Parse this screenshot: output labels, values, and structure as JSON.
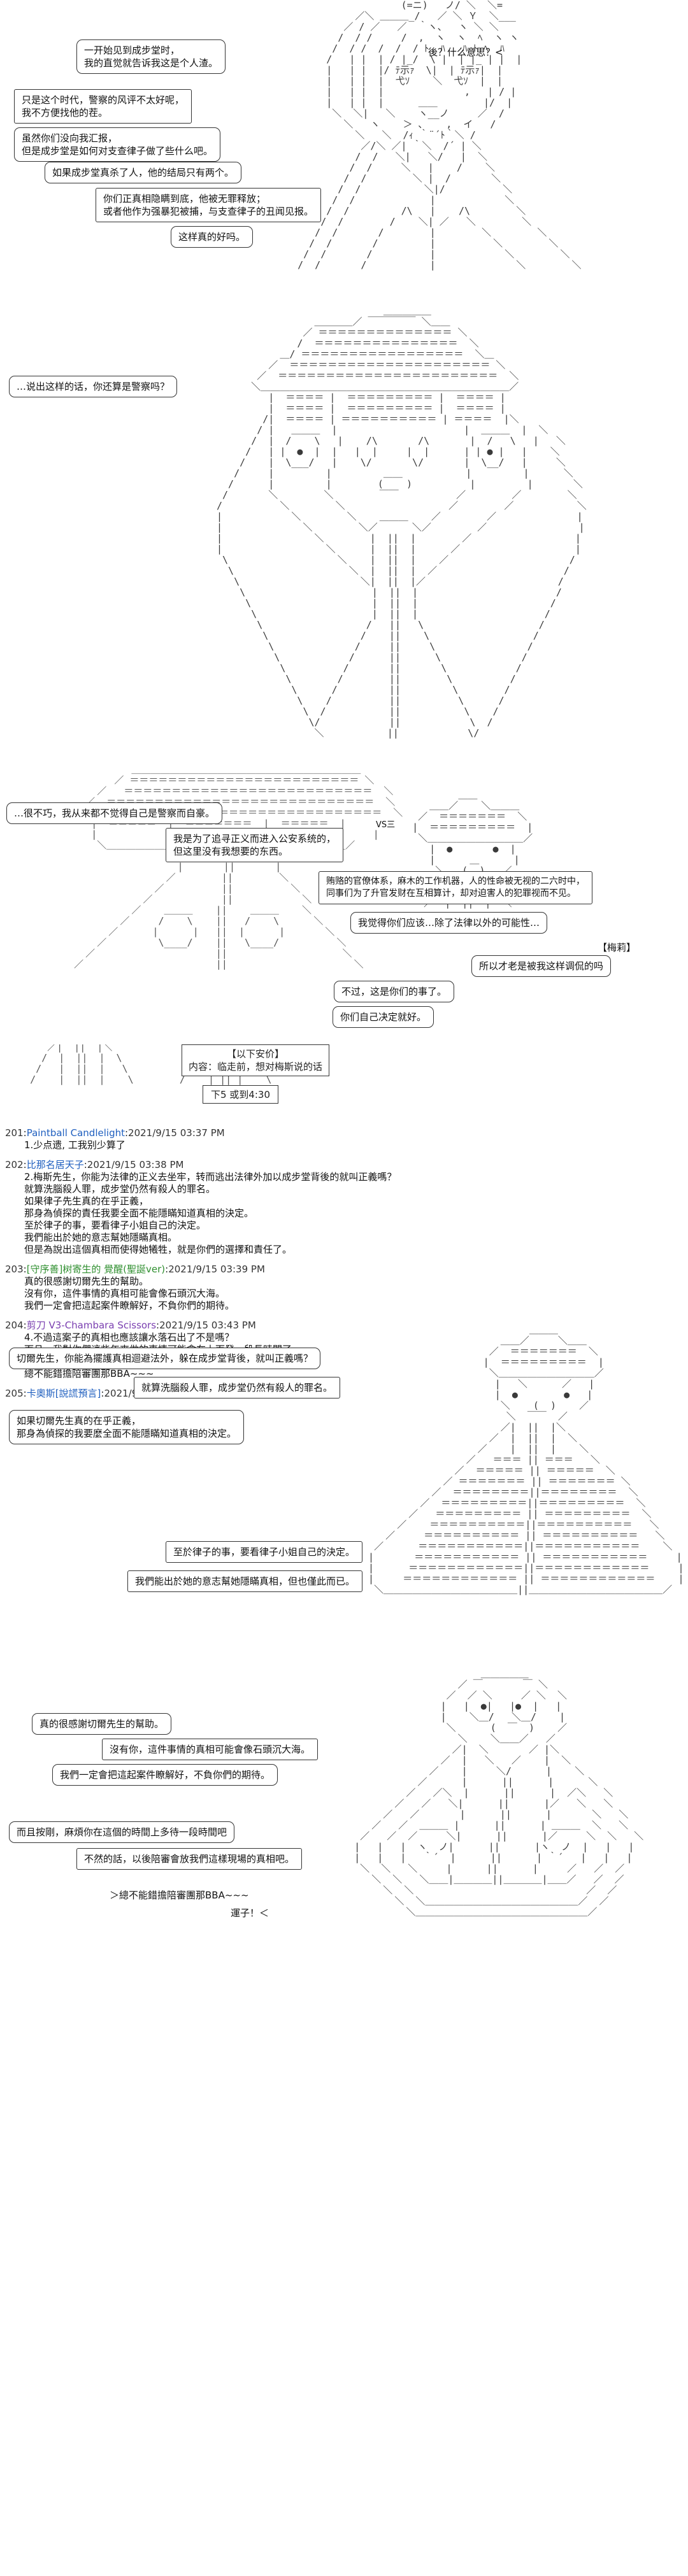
{
  "panel1": {
    "top_right_line": "後？什么意思？<",
    "bubbles": [
      [
        "一开始见到成步堂时，",
        "我的直觉就告诉我这是个人渣。"
      ],
      [
        "只是这个时代，警察的风评不太好呢，",
        "我不方便找他的茬。"
      ],
      [
        "虽然你们没向我汇报，",
        "但是成步堂是如何对支查律子做了些什么吧。"
      ],
      [
        "如果成步堂真杀了人，他的结局只有两个。"
      ],
      [
        "你们正真相隐瞒到底，他被无罪释放；",
        "或者他作为强暴犯被捕，与支查律子的丑闻见报。"
      ],
      [
        "这样真的好吗。"
      ]
    ]
  },
  "panel2": {
    "bubble": "…说出这样的话，你还算是警察吗？"
  },
  "panel3": {
    "bubbles": [
      [
        "…很不巧，我从来都不觉得自己是警察而自豪。"
      ],
      [
        "我是为了追寻正义而进入公安系统的，",
        "但这里没有我想要的东西。"
      ],
      [
        "贿赂的官僚体系，麻木的工作机器，人的性命被无视的二六时中，",
        "同事们为了升官发财在互相算计，却对迫害人的犯罪视而不见。"
      ],
      [
        "我觉得你们应该…除了法律以外的可能性…"
      ],
      [
        "所以才老是被我这样调侃的吗"
      ],
      [
        "不过，这是你们的事了。"
      ],
      [
        "你们自己决定就好。"
      ]
    ],
    "side_tag": "【梅莉】",
    "small_label": "VS三"
  },
  "panel4": {
    "info_title": "【以下安价】",
    "info_line": "内容：临走前，想对梅斯说的话",
    "info_time": "下5   或到4:30"
  },
  "comments": [
    {
      "num": "201",
      "name": "Paintball Candlelight",
      "color_class": "",
      "date": "2021/9/15 03:37 PM",
      "lines": [
        "1.少点遗, 工我别少算了"
      ]
    },
    {
      "num": "202",
      "name": "比那名居天子",
      "color_class": "",
      "date": "2021/9/15 03:38 PM",
      "lines": [
        "2.梅斯先生，你能为法律的正义去坐牢，转而逃出法律外加以成步堂背後的就叫正義嗎？",
        "就算洗腦殺人罪，成步堂仍然有殺人的罪名。",
        "如果律子先生真的在乎正義，",
        "那身為偵探的責任我要全面不能隱瞞知道真相的決定。",
        "至於律子的事，要看律子小姐自己的決定。",
        "我們能出於她的意志幫她隱瞞真相。",
        "但是為說出這個真相而使得她犧牲，就是你們的選擇和責任了。"
      ]
    },
    {
      "num": "203",
      "name": "[守序善]树寄生的 覺醒(聖誕ver)",
      "color_class": "green",
      "date": "2021/9/15 03:39 PM",
      "lines": [
        "真的很感謝切爾先生的幫助。",
        "沒有你，這件事情的真相可能會像石頭沉大海。",
        "我們一定會把這起案件瞭解好，不負你們的期待。"
      ]
    },
    {
      "num": "204",
      "name": "剪刀 V3-Chambara Scissors",
      "color_class": "purple",
      "date": "2021/9/15 03:43 PM",
      "lines": [
        "4.不過這案子的真相也應該讓水落石出了不是嗎？",
        "而且，我對你們這些年來做的事情可能會在上面發一段長時間了",
        "不然的話，以後陪審會放我們這樣現場的真相吧。",
        "總不能錯擔陪審團那BBA~~~"
      ]
    },
    {
      "num": "205",
      "name": "卡奧斯[說謊預言]",
      "color_class": "",
      "date": "2021/9/15 04:03 PM",
      "lines": []
    }
  ],
  "panel5": {
    "bubbles": [
      [
        "切爾先生，你能為擺護真相迴避法外，躲在成步堂背後，就叫正義嗎？"
      ],
      [
        "就算洗腦殺人罪，成步堂仍然有殺人的罪名。"
      ],
      [
        "如果切爾先生真的在乎正義，",
        "那身為偵探的我要麼全面不能隱瞞知道真相的決定。"
      ],
      [
        "至於律子的事，要看律子小姐自己的決定。"
      ],
      [
        "我們能出於她的意志幫她隱瞞真相，但也僅此而已。"
      ]
    ]
  },
  "panel6": {
    "bubbles": [
      [
        "真的很感謝切爾先生的幫助。"
      ],
      [
        "沒有你，這件事情的真相可能會像石頭沉大海。"
      ],
      [
        "我們一定會把這起案件瞭解好，不負你們的期待。"
      ],
      [
        "而且按剛，麻煩你在這個的時間上多待一段時間吧"
      ],
      [
        "不然的話，以後陪審會放我們這樣現場的真相吧。"
      ]
    ],
    "tail_line": "＞總不能錯擔陪審團那BBA~~~",
    "signature": "運子！＜"
  }
}
